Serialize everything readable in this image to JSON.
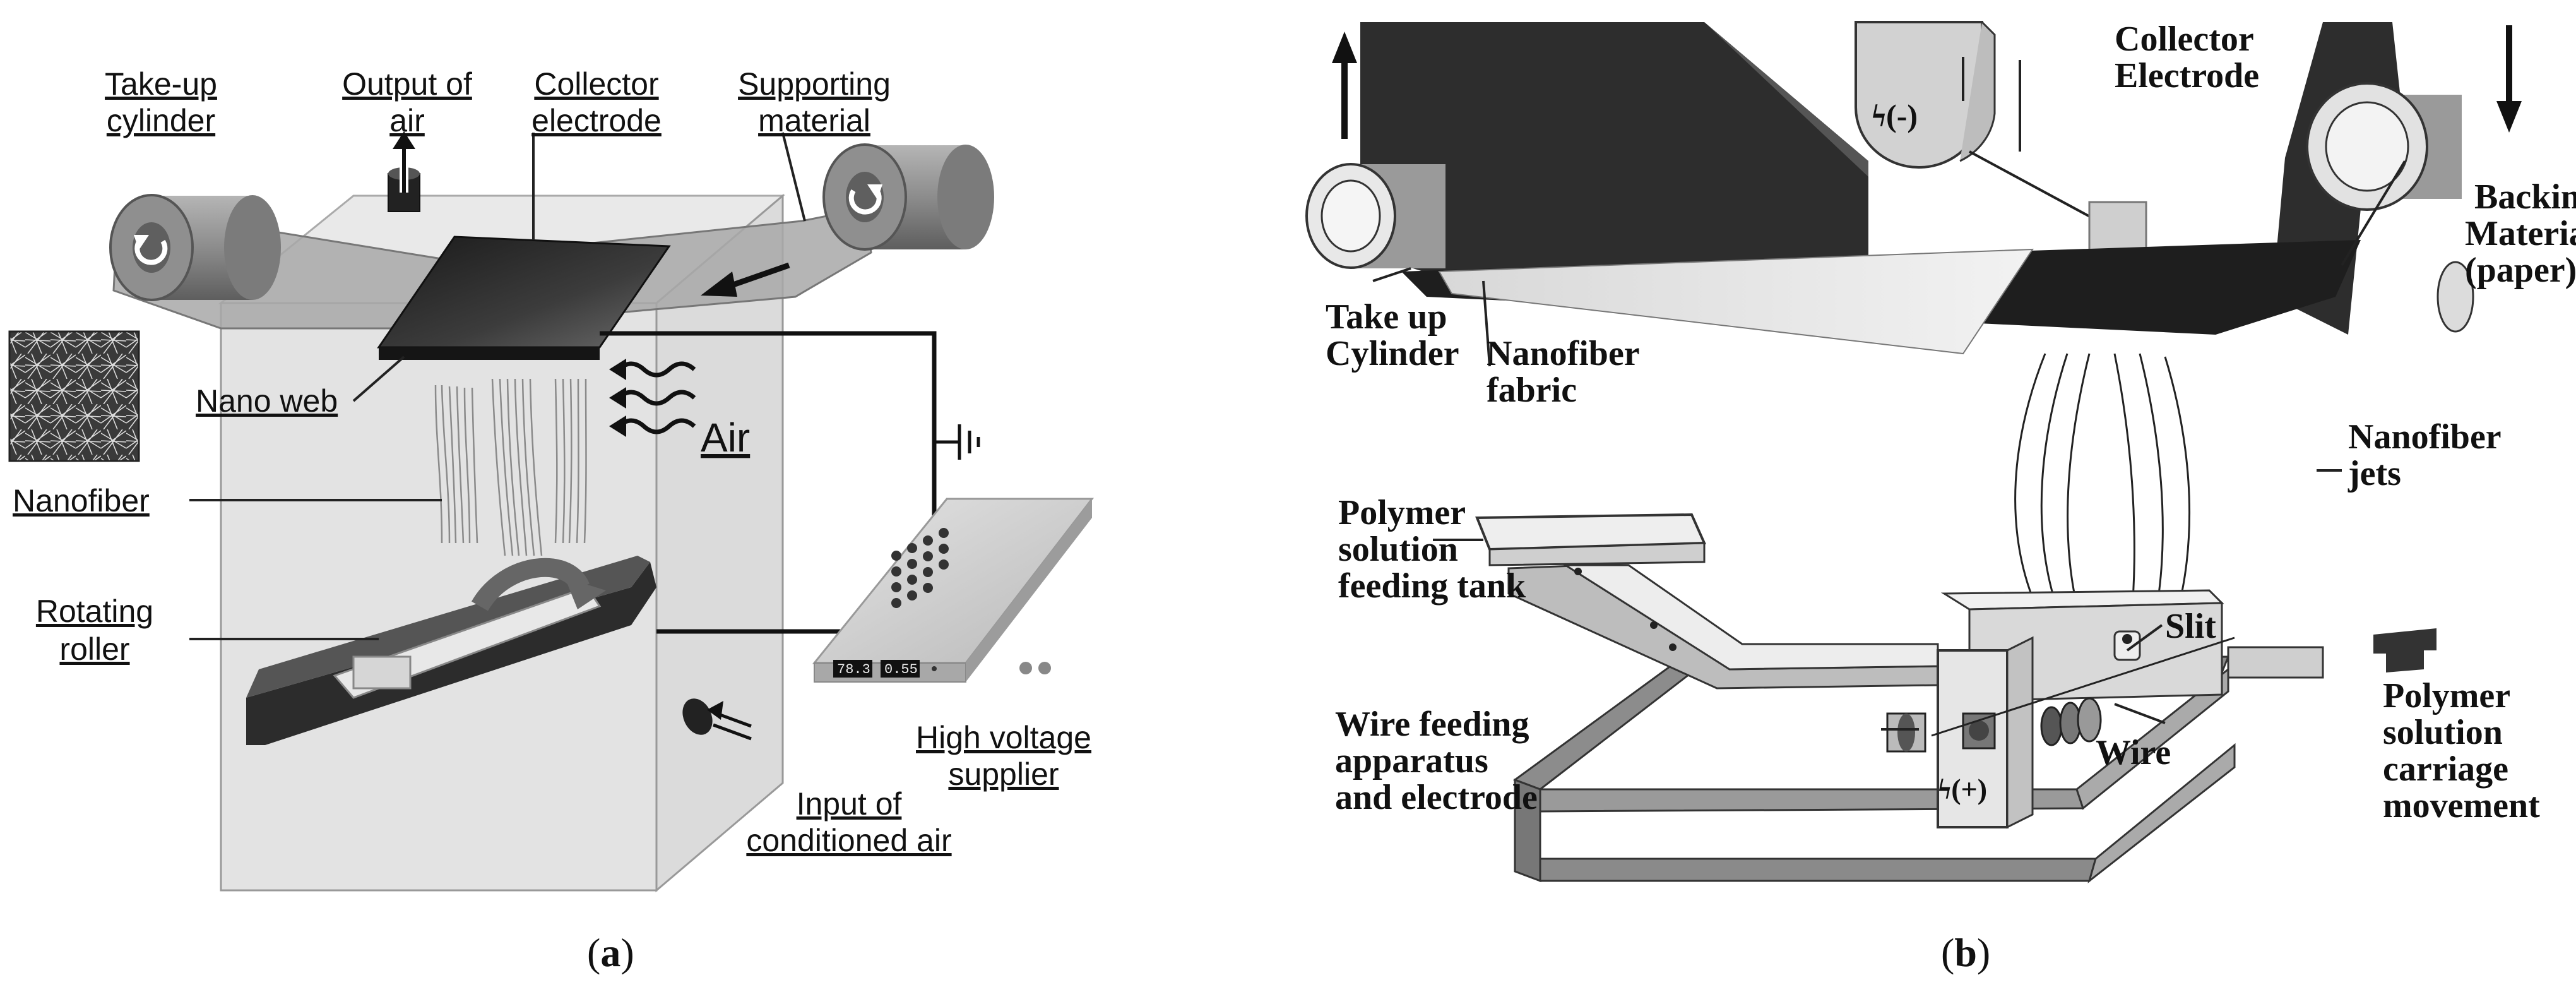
{
  "panel_a": {
    "labels": {
      "take_up_1": "Take-up",
      "take_up_2": "cylinder",
      "output_1": "Output of",
      "output_2": "air",
      "collector_1": "Collector",
      "collector_2": "electrode",
      "supporting_1": "Supporting",
      "supporting_2": "material",
      "nano_web": "Nano web",
      "air": "Air",
      "nanofiber": "Nanofiber",
      "rotating_1": "Rotating",
      "rotating_2": "roller",
      "hv_1": "High voltage",
      "hv_2": "supplier",
      "input_1": "Input of",
      "input_2": "conditioned air"
    },
    "display": {
      "left": "78.3",
      "right": "0.55"
    },
    "caption": {
      "open": "(",
      "letter": "a",
      "close": ")"
    }
  },
  "panel_b": {
    "labels": {
      "collector_1": "Collector",
      "collector_2": "Electrode",
      "neg_electrode": "(-)",
      "backing_1": "Backing",
      "backing_2": "Material",
      "backing_3": "(paper)",
      "take_up_1": "Take up",
      "take_up_2": "Cylinder",
      "fabric_1": "Nanofiber",
      "fabric_2": "fabric",
      "jets_1": "Nanofiber",
      "jets_2": "jets",
      "tank_1": "Polymer",
      "tank_2": "solution",
      "tank_3": "feeding tank",
      "slit": "Slit",
      "wire": "Wire",
      "wire_feed_1": "Wire feeding",
      "wire_feed_2": "apparatus",
      "wire_feed_3": "and electrode",
      "pos_electrode": "(+)",
      "carriage_1": "Polymer",
      "carriage_2": "solution",
      "carriage_3": "carriage",
      "carriage_4": "movement"
    },
    "caption": {
      "open": "(",
      "letter": "b",
      "close": ")"
    }
  }
}
